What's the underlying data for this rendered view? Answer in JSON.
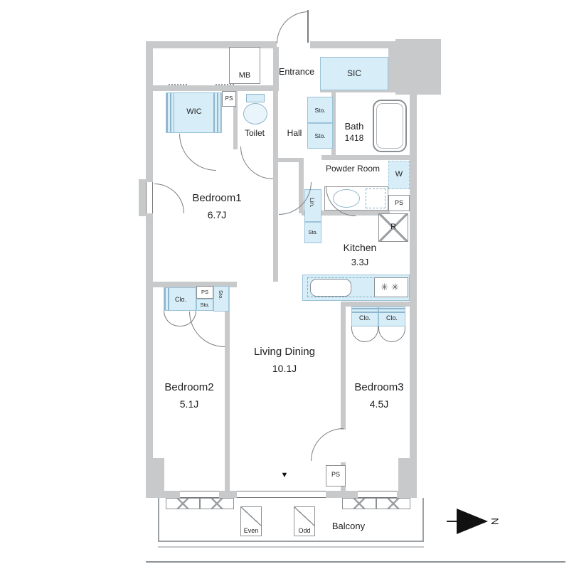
{
  "rooms": {
    "bedroom1": {
      "name": "Bedroom1",
      "area": "6.7J"
    },
    "bedroom2": {
      "name": "Bedroom2",
      "area": "5.1J"
    },
    "bedroom3": {
      "name": "Bedroom3",
      "area": "4.5J"
    },
    "living_dining": {
      "name": "Living Dining",
      "area": "10.1J"
    },
    "kitchen": {
      "name": "Kitchen",
      "area": "3.3J"
    },
    "bath": {
      "name": "Bath",
      "size": "1418"
    },
    "powder_room": {
      "name": "Powder Room"
    },
    "toilet": {
      "name": "Toilet"
    },
    "hall": {
      "name": "Hall"
    },
    "entrance": {
      "name": "Entrance"
    },
    "balcony": {
      "name": "Balcony"
    }
  },
  "storage": {
    "wic": "WIC",
    "sic": "SIC",
    "clo": "Clo.",
    "sto": "Sto.",
    "lin": "Lin."
  },
  "equipment": {
    "mb": "MB",
    "ps": "PS",
    "washer": "W",
    "refrigerator": "R"
  },
  "balcony_marks": {
    "even": "Even",
    "odd": "Odd"
  },
  "compass": {
    "north": "N"
  },
  "markers": {
    "entry_arrow": "▼"
  },
  "colors": {
    "wall": "#c7c9ca",
    "fixture_blue": "#d7edf8",
    "line": "#7a7f83"
  }
}
